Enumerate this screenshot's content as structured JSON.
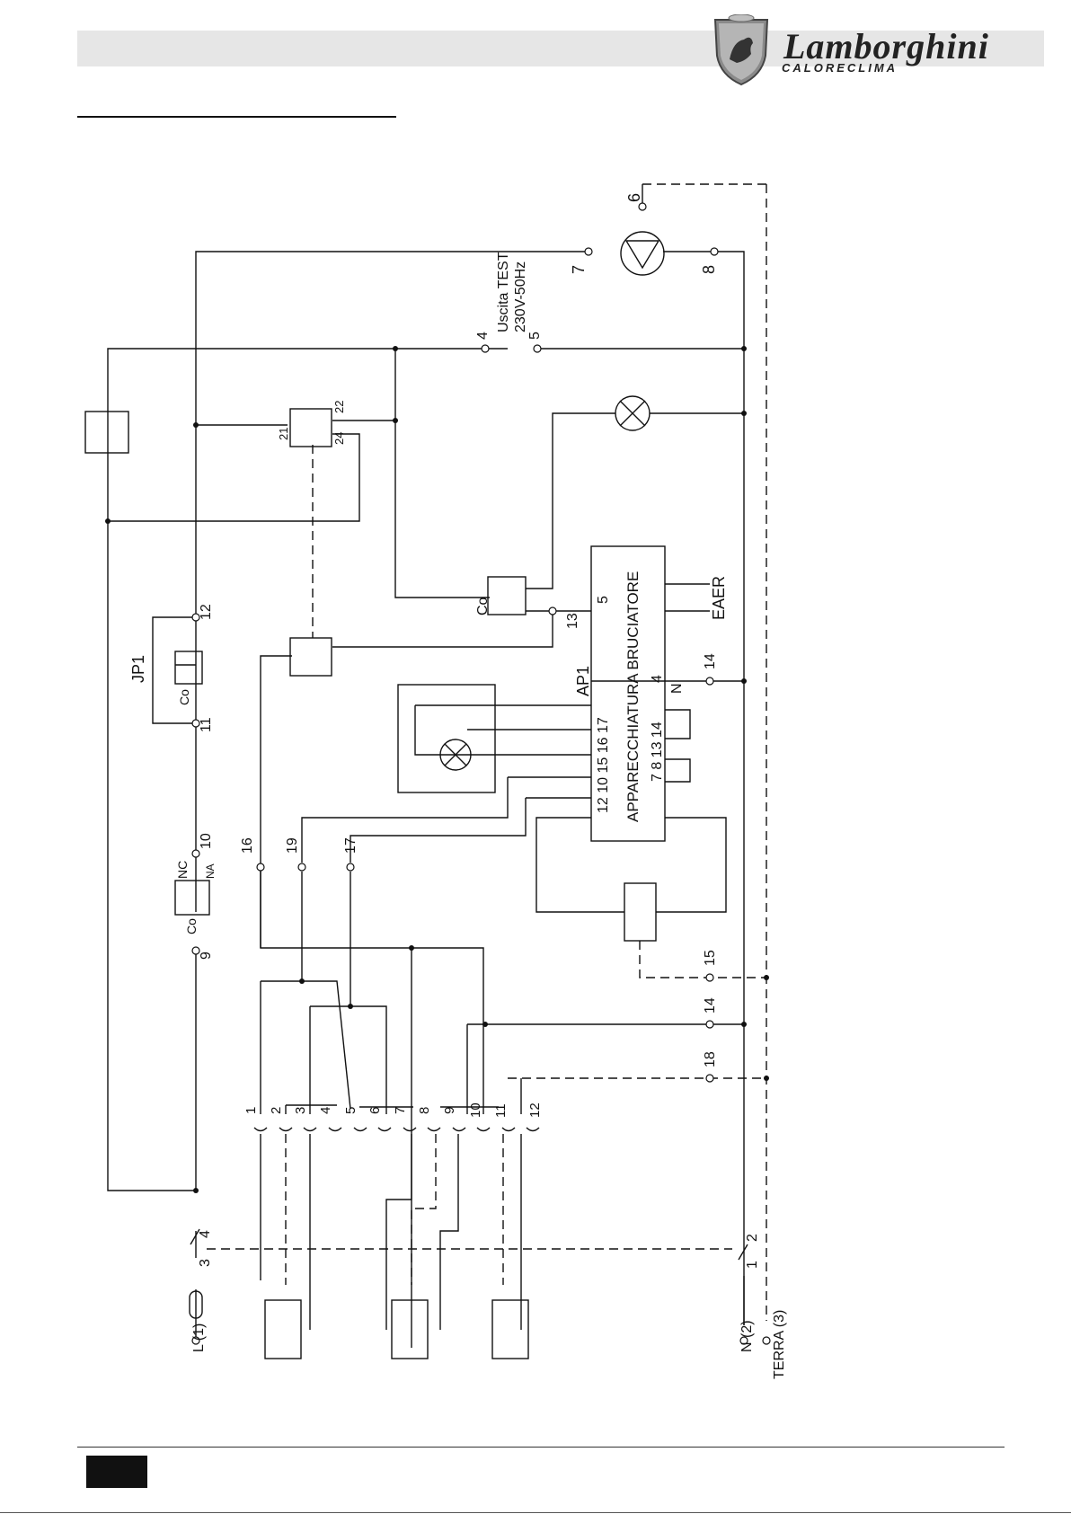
{
  "brand": {
    "name": "Lamborghini",
    "sub": "CALORECLIMA",
    "logo_icon": "bull-shield-icon"
  },
  "diagram": {
    "labels": {
      "line_L": "L (1)",
      "line_N": "N (2)",
      "earth": "TERRA (3)",
      "test_output": "Uscita TEST",
      "test_voltage": "230V-50Hz",
      "jp1": "JP1",
      "ap1": "AP1",
      "board_title": "APPARECCHIATURA BRUCIATORE",
      "board_terms_top": "12 10 15 16 17",
      "board_terms_bottom": "7  8 13 14",
      "term_5": "5",
      "term_4": "4",
      "term_N": "N",
      "e_a_e_r": "EAER",
      "co": "Co",
      "nc": "NC",
      "na": "NA",
      "t4": "4",
      "t5": "5",
      "t6": "6",
      "t7": "7",
      "t8": "8",
      "t9": "9",
      "t10": "10",
      "t11": "11",
      "t12": "12",
      "t13": "13",
      "t14": "14",
      "t14b": "14",
      "t15": "15",
      "t16": "16",
      "t17": "17",
      "t18": "18",
      "t19": "19",
      "t21": "21",
      "t22": "22",
      "t24": "24",
      "s1": "1",
      "s2": "2",
      "s3": "3",
      "s4": "4",
      "conn": [
        "1",
        "2",
        "3",
        "4",
        "5",
        "6",
        "7",
        "8",
        "9",
        "10",
        "11",
        "12"
      ]
    }
  }
}
